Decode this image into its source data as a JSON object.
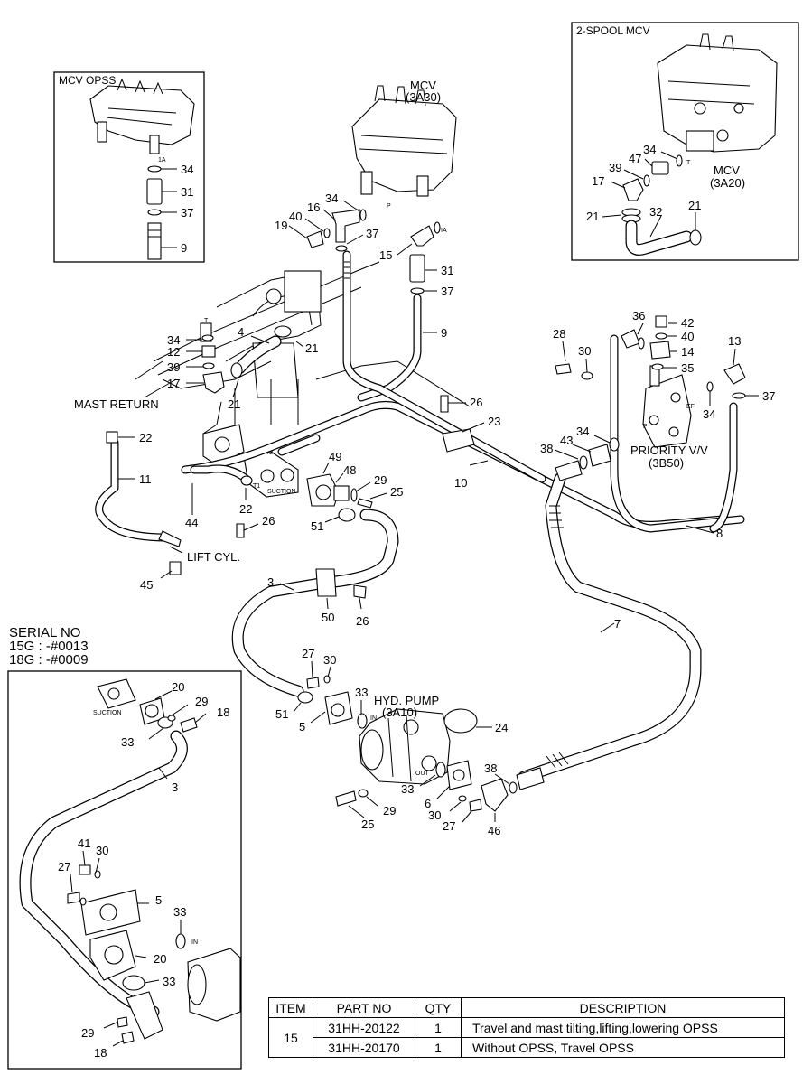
{
  "insets": {
    "mcv_opss": {
      "title": "MCV OPSS"
    },
    "two_spool_mcv": {
      "title": "2-SPOOL MCV"
    }
  },
  "serial": {
    "heading": "SERIAL NO",
    "line1": "15G : -#0013",
    "line2": "18G : -#0009"
  },
  "component_labels": {
    "mcv_main_name": "MCV",
    "mcv_main_code": "(3A30)",
    "mcv_2spool_name": "MCV",
    "mcv_2spool_code": "(3A20)",
    "mast_return": "MAST RETURN",
    "lift_cyl": "LIFT CYL.",
    "priority_name": "PRIORITY V/V",
    "priority_code": "(3B50)",
    "pump_name": "HYD. PUMP",
    "pump_code": "(3A10)"
  },
  "port_labels": {
    "p_mcv": "P",
    "ia_mcv": "IA",
    "ia_inset": "1A",
    "t_inset": "T",
    "t_main": "T",
    "t1": "T1",
    "t2": "T2",
    "suction_main": "SUCTION",
    "suction_inset": "SUCTION",
    "p_prio": "P",
    "ef_prio": "EF",
    "in_pump": "IN",
    "out_pump": "OUT",
    "in_inset": "IN"
  },
  "callouts": {
    "c34a": "34",
    "c31a": "31",
    "c37a": "37",
    "c9a": "9",
    "c34b": "34",
    "c16": "16",
    "c40a": "40",
    "c19": "19",
    "c37b": "37",
    "c15": "15",
    "c31b": "31",
    "c37c": "37",
    "c9b": "9",
    "c34c": "34",
    "c12": "12",
    "c39a": "39",
    "c17a": "17",
    "c4": "4",
    "c21a": "21",
    "c21b": "21",
    "c22a": "22",
    "c11": "11",
    "c44": "44",
    "c22b": "22",
    "c26a": "26",
    "c45": "45",
    "c49": "49",
    "c48": "48",
    "c29a": "29",
    "c25a": "25",
    "c51a": "51",
    "c26b": "26",
    "c23": "23",
    "c10": "10",
    "c28": "28",
    "c30a": "30",
    "c36": "36",
    "c42": "42",
    "c40b": "40",
    "c14": "14",
    "c35": "35",
    "c13": "13",
    "c37d": "37",
    "c34d": "34",
    "c34e": "34",
    "c43": "43",
    "c38a": "38",
    "c8": "8",
    "c3a": "3",
    "c50": "50",
    "c26c": "26",
    "c7": "7",
    "c27a": "27",
    "c30b": "30",
    "c33a": "33",
    "c51b": "51",
    "c5a": "5",
    "c24": "24",
    "c33b": "33",
    "c29b": "29",
    "c25b": "25",
    "c6": "6",
    "c30c": "30",
    "c27b": "27",
    "c46": "46",
    "c38b": "38",
    "c34f": "34",
    "c47": "47",
    "c39b": "39",
    "c17b": "17",
    "c21c": "21",
    "c32": "32",
    "c21d": "21",
    "c20a": "20",
    "c29c": "29",
    "c18a": "18",
    "c33c": "33",
    "c3b": "3",
    "c41": "41",
    "c30d": "30",
    "c27c": "27",
    "c5b": "5",
    "c33d": "33",
    "c20b": "20",
    "c33e": "33",
    "c29d": "29",
    "c18b": "18"
  },
  "table": {
    "headers": [
      "ITEM",
      "PART NO",
      "QTY",
      "DESCRIPTION"
    ],
    "item": "15",
    "rows": [
      {
        "part_no": "31HH-20122",
        "qty": "1",
        "description": "Travel and mast tilting,lifting,lowering OPSS"
      },
      {
        "part_no": "31HH-20170",
        "qty": "1",
        "description": "Without OPSS, Travel OPSS"
      }
    ]
  }
}
